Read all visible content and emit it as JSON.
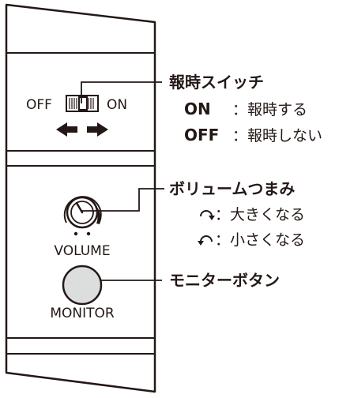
{
  "panel": {
    "switch_off_label": "OFF",
    "switch_on_label": "ON",
    "volume_label": "VOLUME",
    "monitor_label": "MONITOR"
  },
  "callouts": {
    "switch": {
      "title": "報時スイッチ",
      "on_key": "ON",
      "on_text": "：報時する",
      "off_key": "OFF",
      "off_text": "：報時しない"
    },
    "volume": {
      "title": "ボリュームつまみ",
      "cw_text": "：大きくなる",
      "ccw_text": "：小さくなる"
    },
    "monitor": {
      "title": "モニターボタン"
    }
  }
}
